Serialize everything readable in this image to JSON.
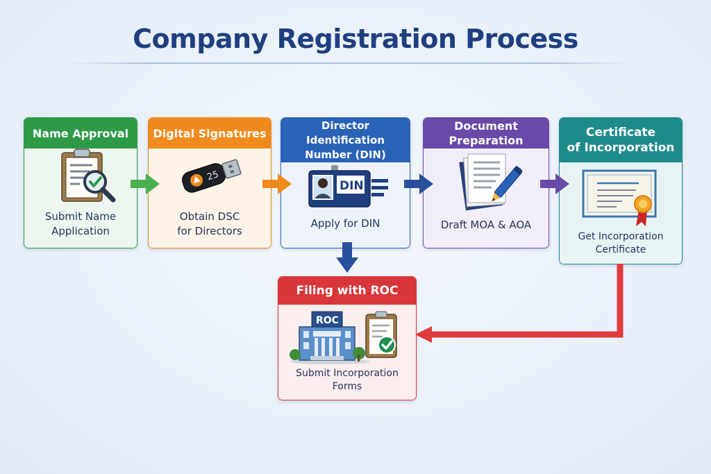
{
  "title": "Company Registration Process",
  "steps": [
    {
      "heading": "Name Approval",
      "text": "Submit Name\nApplication",
      "color": "#2e9a47",
      "bg": "#edf7ef",
      "icon": "clipboard-magnifier-icon"
    },
    {
      "heading": "Digital Signatures",
      "text": "Obtain DSC\nfor Directors",
      "color": "#f08a1c",
      "bg": "#fdf3e6",
      "icon": "usb-token-icon"
    },
    {
      "heading": "Director Identification\nNumber (DIN)",
      "text": "Apply for DIN",
      "color": "#2a62b8",
      "bg": "#eef3fb",
      "icon": "id-card-icon"
    },
    {
      "heading": "Document Preparation",
      "text": "Draft MOA & AOA",
      "color": "#6a4aa8",
      "bg": "#f2eef9",
      "icon": "documents-pen-icon"
    },
    {
      "heading": "Certificate\nof Incorporation",
      "text": "Get Incorporation\nCertificate",
      "color": "#1f8a8a",
      "bg": "#e8f4f4",
      "icon": "certificate-icon"
    },
    {
      "heading": "Filing with ROC",
      "text": "Submit Incorporation\nForms",
      "color": "#d9363a",
      "bg": "#fbeeee",
      "icon": "roc-building-icon"
    }
  ],
  "din_card_label": "DIN",
  "usb_label": "25",
  "roc_sign": "ROC"
}
